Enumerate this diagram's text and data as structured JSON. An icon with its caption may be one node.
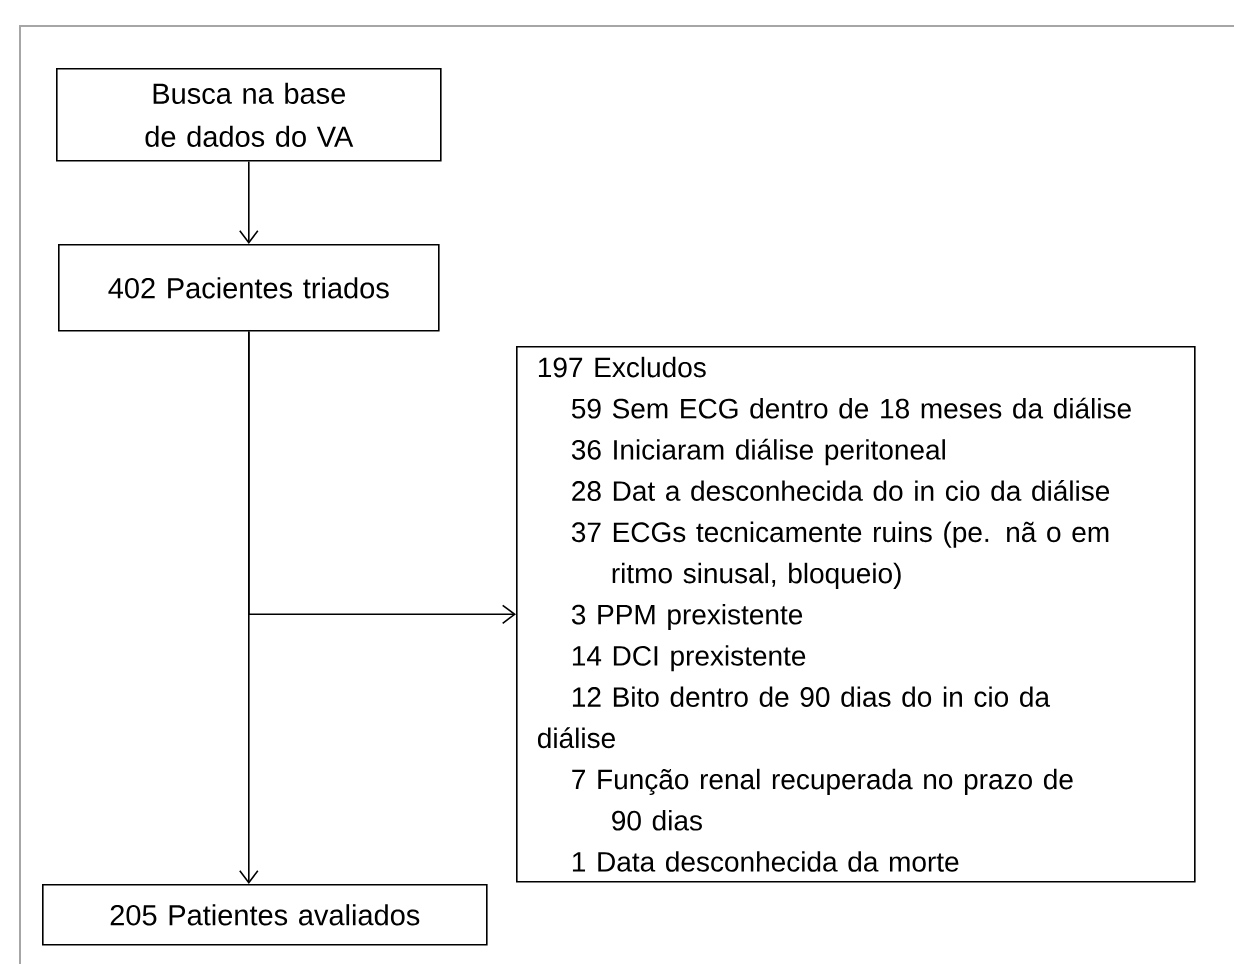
{
  "diagram": {
    "nodes": [
      {
        "text": [
          "Busca na base de dados do VA"
        ]
      },
      {
        "text": [
          "402 Pacientes triados"
        ]
      },
      {
        "text": [
          "197 Excludos",
          "59 Sem ECG dentro de 18 meses da diálise",
          "36 Iniciaram diálise peritoneal",
          "28 Dat a desconhecida do in cio da diálise",
          "37 ECGs tecnicamente ruins (pe. nã o em ritmo sinusal, bloqueio)",
          "3 PPM prexistente",
          "14 DCI prexistente",
          "12 Bito dentro de 90 dias do in cio da diálise",
          "7 Função renal recuperada no prazo de 90 dias",
          "1 Data desconhecida da morte"
        ]
      },
      {
        "text": [
          "205 Patientes avaliados"
        ]
      }
    ],
    "edges": [
      {
        "from": 0,
        "to": 1,
        "arrow": "to"
      },
      {
        "from": 1,
        "to": 3,
        "arrow": "to"
      },
      {
        "from": 1,
        "to": 2,
        "arrow": "to"
      }
    ]
  }
}
